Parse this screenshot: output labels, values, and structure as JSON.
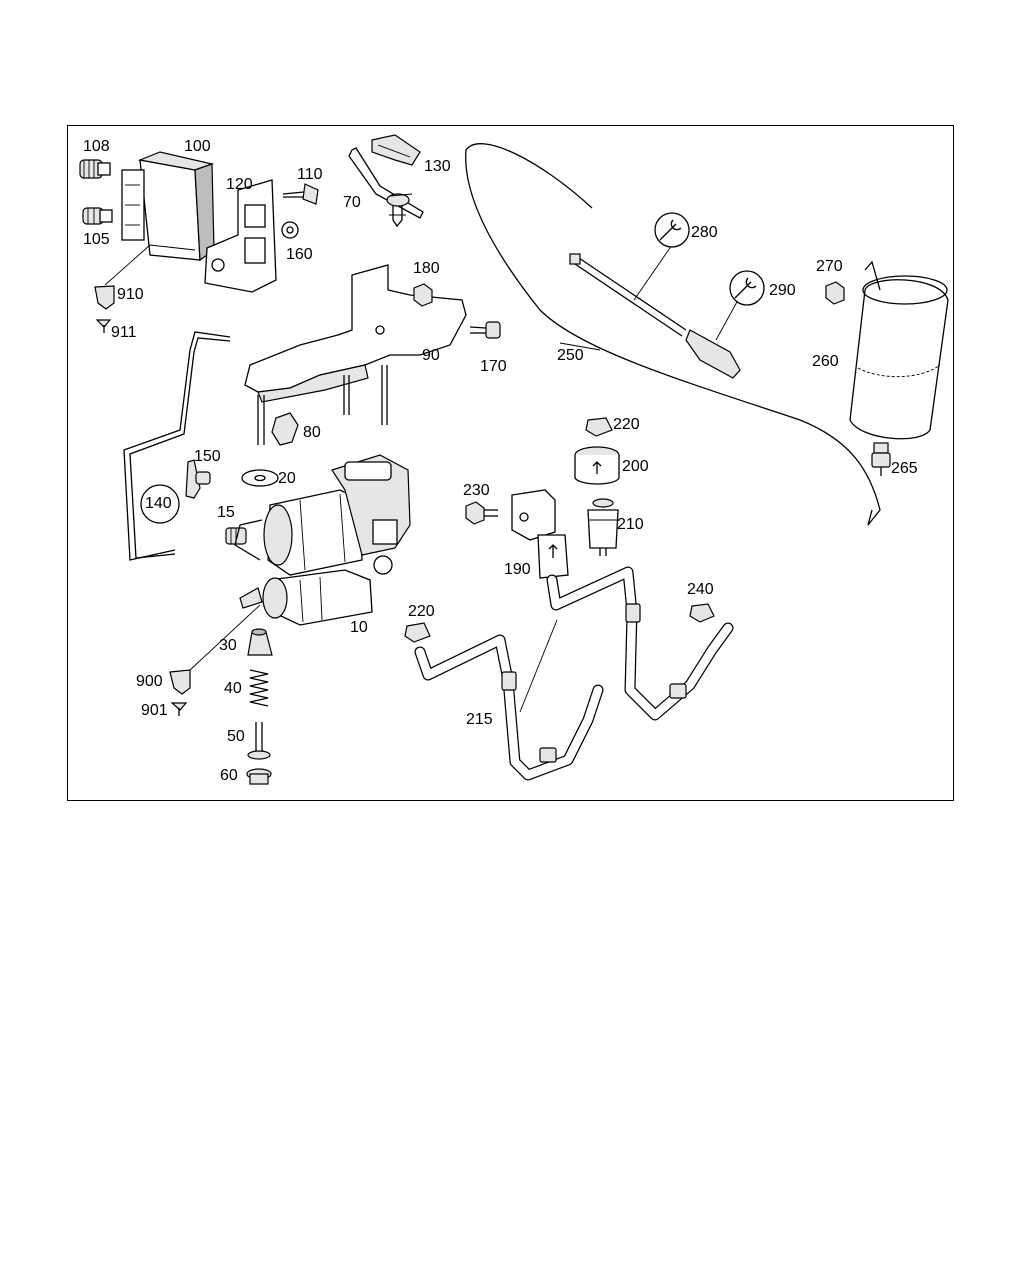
{
  "labels": {
    "p108": "108",
    "p100": "100",
    "p110": "110",
    "p130": "130",
    "p70": "70",
    "p120": "120",
    "p105": "105",
    "p160": "160",
    "p910": "910",
    "p911": "911",
    "p180": "180",
    "p90": "90",
    "p170": "170",
    "p80": "80",
    "p150": "150",
    "p20": "20",
    "p140": "140",
    "p15": "15",
    "p10": "10",
    "p30": "30",
    "p900": "900",
    "p901": "901",
    "p40": "40",
    "p50": "50",
    "p60": "60",
    "p280": "280",
    "p290": "290",
    "p270": "270",
    "p250": "250",
    "p260": "260",
    "p265": "265",
    "p220a": "220",
    "p200": "200",
    "p230": "230",
    "p210": "210",
    "p190": "190",
    "p240": "240",
    "p220b": "220",
    "p215": "215"
  },
  "icons": {
    "wrench_a": "wrench-icon",
    "wrench_b": "wrench-icon"
  }
}
